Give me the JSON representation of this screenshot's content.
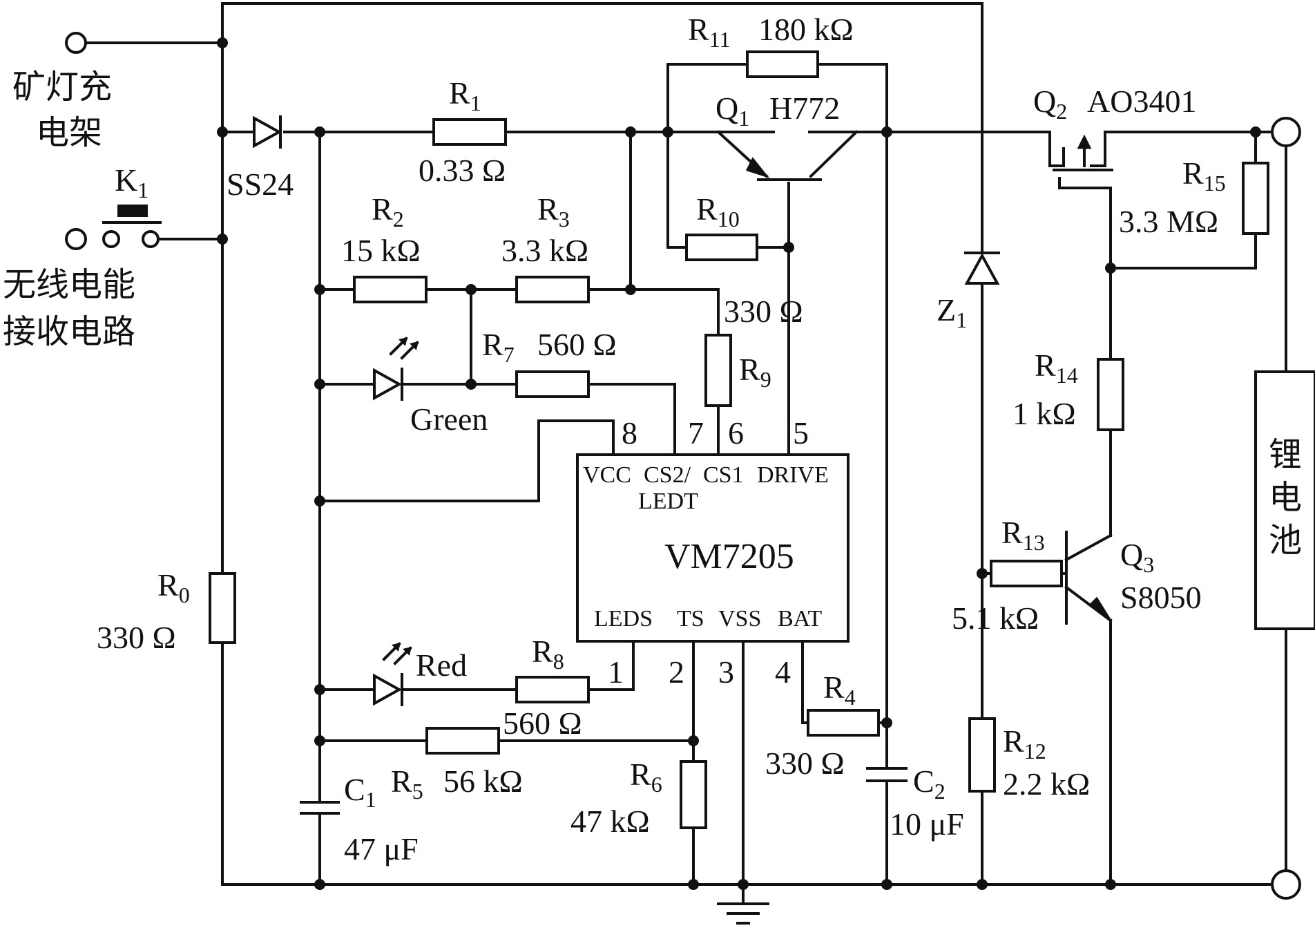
{
  "labels": {
    "charger_dock": [
      "矿灯充",
      "电架"
    ],
    "wireless_rx": [
      "无线电能",
      "接收电路"
    ],
    "battery": [
      "锂",
      "电",
      "池"
    ]
  },
  "components": {
    "K1": {
      "ref": "K",
      "sub": "1"
    },
    "SS24": {
      "ref": "SS24"
    },
    "R0": {
      "ref": "R",
      "sub": "0",
      "value": "330 Ω"
    },
    "R1": {
      "ref": "R",
      "sub": "1",
      "value": "0.33 Ω"
    },
    "R2": {
      "ref": "R",
      "sub": "2",
      "value": "15 kΩ"
    },
    "R3": {
      "ref": "R",
      "sub": "3",
      "value": "3.3 kΩ"
    },
    "R4": {
      "ref": "R",
      "sub": "4",
      "value": "330 Ω"
    },
    "R5": {
      "ref": "R",
      "sub": "5",
      "value": "56 kΩ"
    },
    "R6": {
      "ref": "R",
      "sub": "6",
      "value": "47 kΩ"
    },
    "R7": {
      "ref": "R",
      "sub": "7",
      "value": "560 Ω"
    },
    "R8": {
      "ref": "R",
      "sub": "8",
      "value": "560 Ω"
    },
    "R9": {
      "ref": "R",
      "sub": "9",
      "value": "330 Ω"
    },
    "R10": {
      "ref": "R",
      "sub": "10"
    },
    "R11": {
      "ref": "R",
      "sub": "11",
      "value": "180 kΩ"
    },
    "R12": {
      "ref": "R",
      "sub": "12",
      "value": "2.2 kΩ"
    },
    "R13": {
      "ref": "R",
      "sub": "13",
      "value": "5.1 kΩ"
    },
    "R14": {
      "ref": "R",
      "sub": "14",
      "value": "1 kΩ"
    },
    "R15": {
      "ref": "R",
      "sub": "15",
      "value": "3.3 MΩ"
    },
    "C1": {
      "ref": "C",
      "sub": "1",
      "value": "47 μF"
    },
    "C2": {
      "ref": "C",
      "sub": "2",
      "value": "10 μF"
    },
    "Z1": {
      "ref": "Z",
      "sub": "1"
    },
    "Q1": {
      "ref": "Q",
      "sub": "1",
      "part": "H772"
    },
    "Q2": {
      "ref": "Q",
      "sub": "2",
      "part": "AO3401"
    },
    "Q3": {
      "ref": "Q",
      "sub": "3",
      "part": "S8050"
    },
    "LED_green": {
      "label": "Green"
    },
    "LED_red": {
      "label": "Red"
    }
  },
  "ic": {
    "name": "VM7205",
    "top_pins": [
      "VCC",
      "CS2/",
      "CS1",
      "DRIVE"
    ],
    "top_pin_line2": "LEDT",
    "bottom_pins": [
      "LEDS",
      "TS",
      "VSS",
      "BAT"
    ],
    "pin_numbers_top": [
      "8",
      "7",
      "6",
      "5"
    ],
    "pin_numbers_bottom": [
      "1",
      "2",
      "3",
      "4"
    ]
  }
}
